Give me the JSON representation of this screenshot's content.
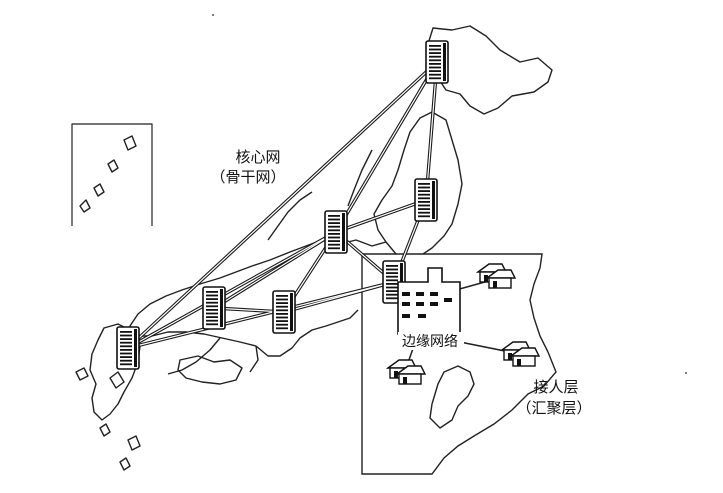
{
  "labels": {
    "core_network": "核心网",
    "core_network_alias": "（骨干网）",
    "edge_network": "边缘网络",
    "access_layer": "接人层",
    "aggregation_layer": "（汇聚层）"
  },
  "colors": {
    "ink": "#1a1a1a",
    "paper": "#ffffff"
  },
  "icons": {
    "core_node": "server-tower-icon",
    "edge_building": "office-building-icon",
    "access_house": "house-icon"
  }
}
